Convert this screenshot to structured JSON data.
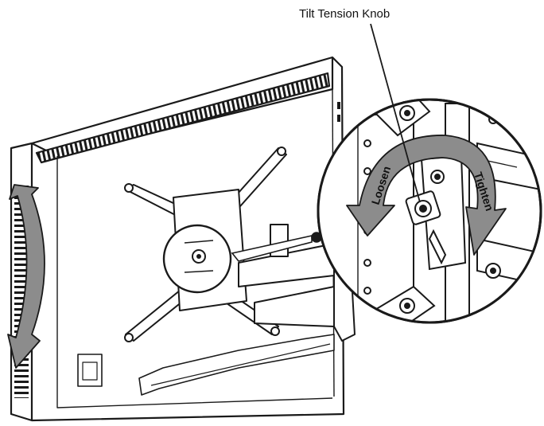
{
  "labels": {
    "callout": "Tilt Tension Knob",
    "loosen": "Loosen",
    "tighten": "Tighten"
  },
  "colors": {
    "line": "#1a1a1a",
    "arrow_fill": "#8c8c8c",
    "arrow_dark": "#6e6e6e",
    "paper": "#ffffff"
  }
}
